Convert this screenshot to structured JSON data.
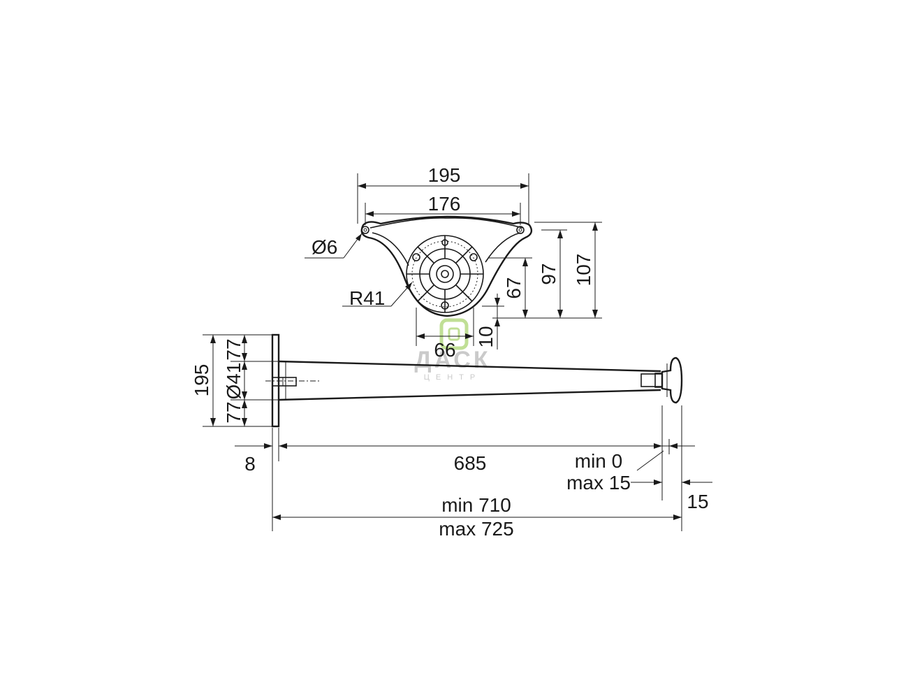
{
  "colors": {
    "ink": "#1a1a1a",
    "paper": "#ffffff",
    "watermark_green": "#8dc63f",
    "watermark_gray": "#a0a0a0"
  },
  "watermark": {
    "logo": "ДАСК",
    "subtitle": "ЦЕНТР"
  },
  "top_view": {
    "width_outer": "195",
    "width_holes": "176",
    "hole_diameter": "Ø6",
    "radius": "R41",
    "height_67": "67",
    "height_97": "97",
    "height_107": "107",
    "width_66": "66",
    "offset_10": "10"
  },
  "side_view": {
    "plate_height": "195",
    "upper": "77",
    "tube_diameter": "Ø41",
    "upper_small": "77",
    "plate_thickness": "8",
    "leg_length": "685",
    "adjust_min": "min 0",
    "adjust_max": "max 15",
    "foot_height": "15",
    "total_min": "min 710",
    "total_max": "max 725"
  }
}
